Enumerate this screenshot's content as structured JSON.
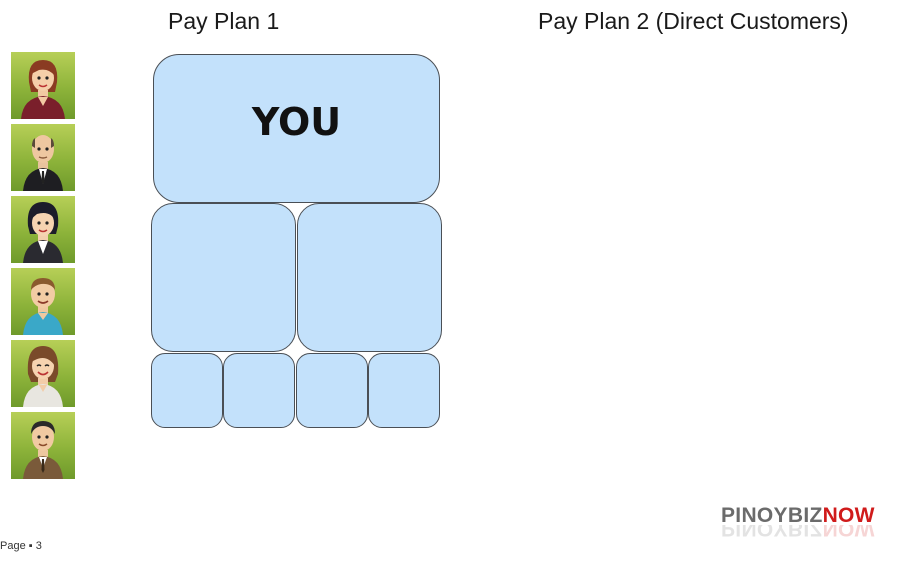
{
  "titles": {
    "plan1": "Pay Plan 1",
    "plan2": "Pay Plan 2 (Direct Customers)"
  },
  "top_box_label": "YOU",
  "avatars": [
    {
      "icon": "woman-red-hair-avatar-icon"
    },
    {
      "icon": "bald-man-suit-avatar-icon"
    },
    {
      "icon": "woman-dark-hair-avatar-icon"
    },
    {
      "icon": "man-blue-shirt-avatar-icon"
    },
    {
      "icon": "woman-brown-hair-avatar-icon"
    },
    {
      "icon": "man-dark-hair-tie-avatar-icon"
    }
  ],
  "footer": {
    "page_label": "Page ▪ 3"
  },
  "logo": {
    "part1": "PINOYBIZ",
    "part2": "NOW"
  },
  "colors": {
    "box_fill": "#c3e1fb",
    "box_border": "#4a4f55",
    "avatar_bg": "#8db33a",
    "logo_gray": "#6b6b6b",
    "logo_red": "#d01b1b"
  }
}
